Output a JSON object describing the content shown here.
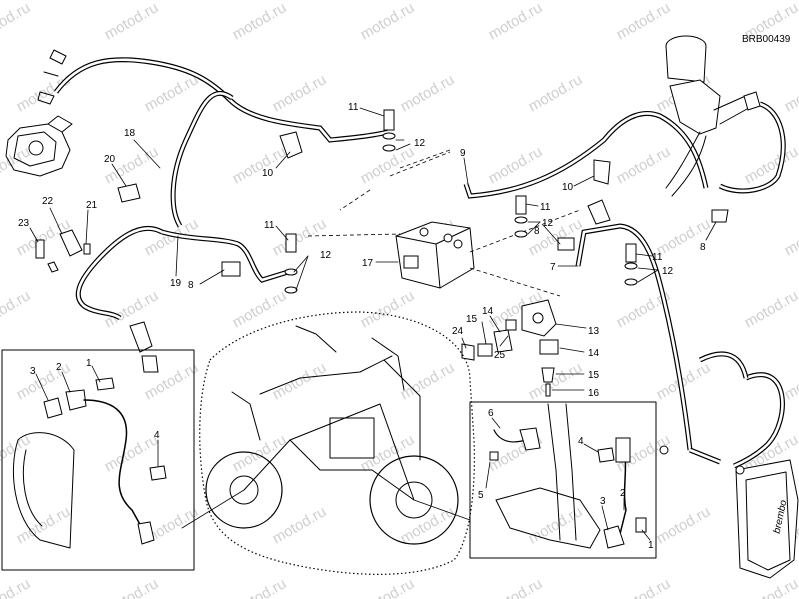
{
  "reference_code": "BRB00439",
  "watermark_text": "motod.ru",
  "callouts": [
    {
      "id": "c1-left",
      "text": "1"
    },
    {
      "id": "c2-left",
      "text": "2"
    },
    {
      "id": "c3-left",
      "text": "3"
    },
    {
      "id": "c4-left",
      "text": "4"
    },
    {
      "id": "c7",
      "text": "7"
    },
    {
      "id": "c8-a",
      "text": "8"
    },
    {
      "id": "c8-b",
      "text": "8"
    },
    {
      "id": "c8-c",
      "text": "8"
    },
    {
      "id": "c9",
      "text": "9"
    },
    {
      "id": "c10-a",
      "text": "10"
    },
    {
      "id": "c10-b",
      "text": "10"
    },
    {
      "id": "c11-a",
      "text": "11"
    },
    {
      "id": "c11-b",
      "text": "11"
    },
    {
      "id": "c11-c",
      "text": "11"
    },
    {
      "id": "c11-d",
      "text": "11"
    },
    {
      "id": "c12-a",
      "text": "12"
    },
    {
      "id": "c12-b",
      "text": "12"
    },
    {
      "id": "c12-c",
      "text": "12"
    },
    {
      "id": "c12-d",
      "text": "12"
    },
    {
      "id": "c13",
      "text": "13"
    },
    {
      "id": "c14-a",
      "text": "14"
    },
    {
      "id": "c14-b",
      "text": "14"
    },
    {
      "id": "c15-a",
      "text": "15"
    },
    {
      "id": "c15-b",
      "text": "15"
    },
    {
      "id": "c16",
      "text": "16"
    },
    {
      "id": "c17",
      "text": "17"
    },
    {
      "id": "c18",
      "text": "18"
    },
    {
      "id": "c19",
      "text": "19"
    },
    {
      "id": "c20",
      "text": "20"
    },
    {
      "id": "c21",
      "text": "21"
    },
    {
      "id": "c22",
      "text": "22"
    },
    {
      "id": "c23",
      "text": "23"
    },
    {
      "id": "c24",
      "text": "24"
    },
    {
      "id": "c25",
      "text": "25"
    },
    {
      "id": "c6-right",
      "text": "6"
    },
    {
      "id": "c5-right",
      "text": "5"
    },
    {
      "id": "c4-right",
      "text": "4"
    },
    {
      "id": "c3-right",
      "text": "3"
    },
    {
      "id": "c2-right",
      "text": "2"
    },
    {
      "id": "c1-right",
      "text": "1"
    }
  ]
}
